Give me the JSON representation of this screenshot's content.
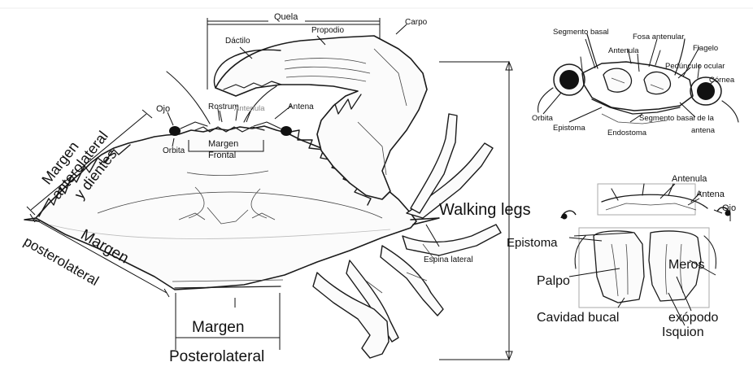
{
  "main_diagram": {
    "labels": {
      "quela": "Quela",
      "carpo": "Carpo",
      "dactilo": "Dáctilo",
      "propodio": "Propodio",
      "rostrum": "Rostrum",
      "antenula": "Antenula",
      "antena": "Antena",
      "ojo": "Ojo",
      "orbita": "Orbita",
      "margen_frontal": [
        "Margen",
        "Frontal"
      ],
      "margen_anterolateral": [
        "Margen",
        "anterolateral",
        "y dientes"
      ],
      "margen_posterolateral_left": [
        "Margen",
        "posterolateral"
      ],
      "espina_lateral": "Espina lateral",
      "walking_legs": "Walking legs",
      "margen_posterolateral_bottom": [
        "Margen",
        "Posterolateral"
      ]
    }
  },
  "head_detail": {
    "labels": {
      "segmento_basal": "Segmento basal",
      "fosa_antenular": "Fosa antenular",
      "antenula": "Antenula",
      "flagelo": "Flagelo",
      "pedunculo_ocular": "Pedúnculo ocular",
      "cornea": "Córnea",
      "orbita": "Orbita",
      "epistoma": "Epistoma",
      "endostoma": "Endostoma",
      "segmento_basal_antena": [
        "Segmento basal de la",
        "antena"
      ]
    }
  },
  "mouth_detail": {
    "labels": {
      "antenula": "Antenula",
      "antena": "Antena",
      "ojo": "Ojo",
      "epistoma": "Epistoma",
      "meros": "Meros",
      "palpo": "Palpo",
      "cavidad_bucal": "Cavidad bucal",
      "exopodo": "exópodo",
      "isquion": "Isquion"
    }
  }
}
